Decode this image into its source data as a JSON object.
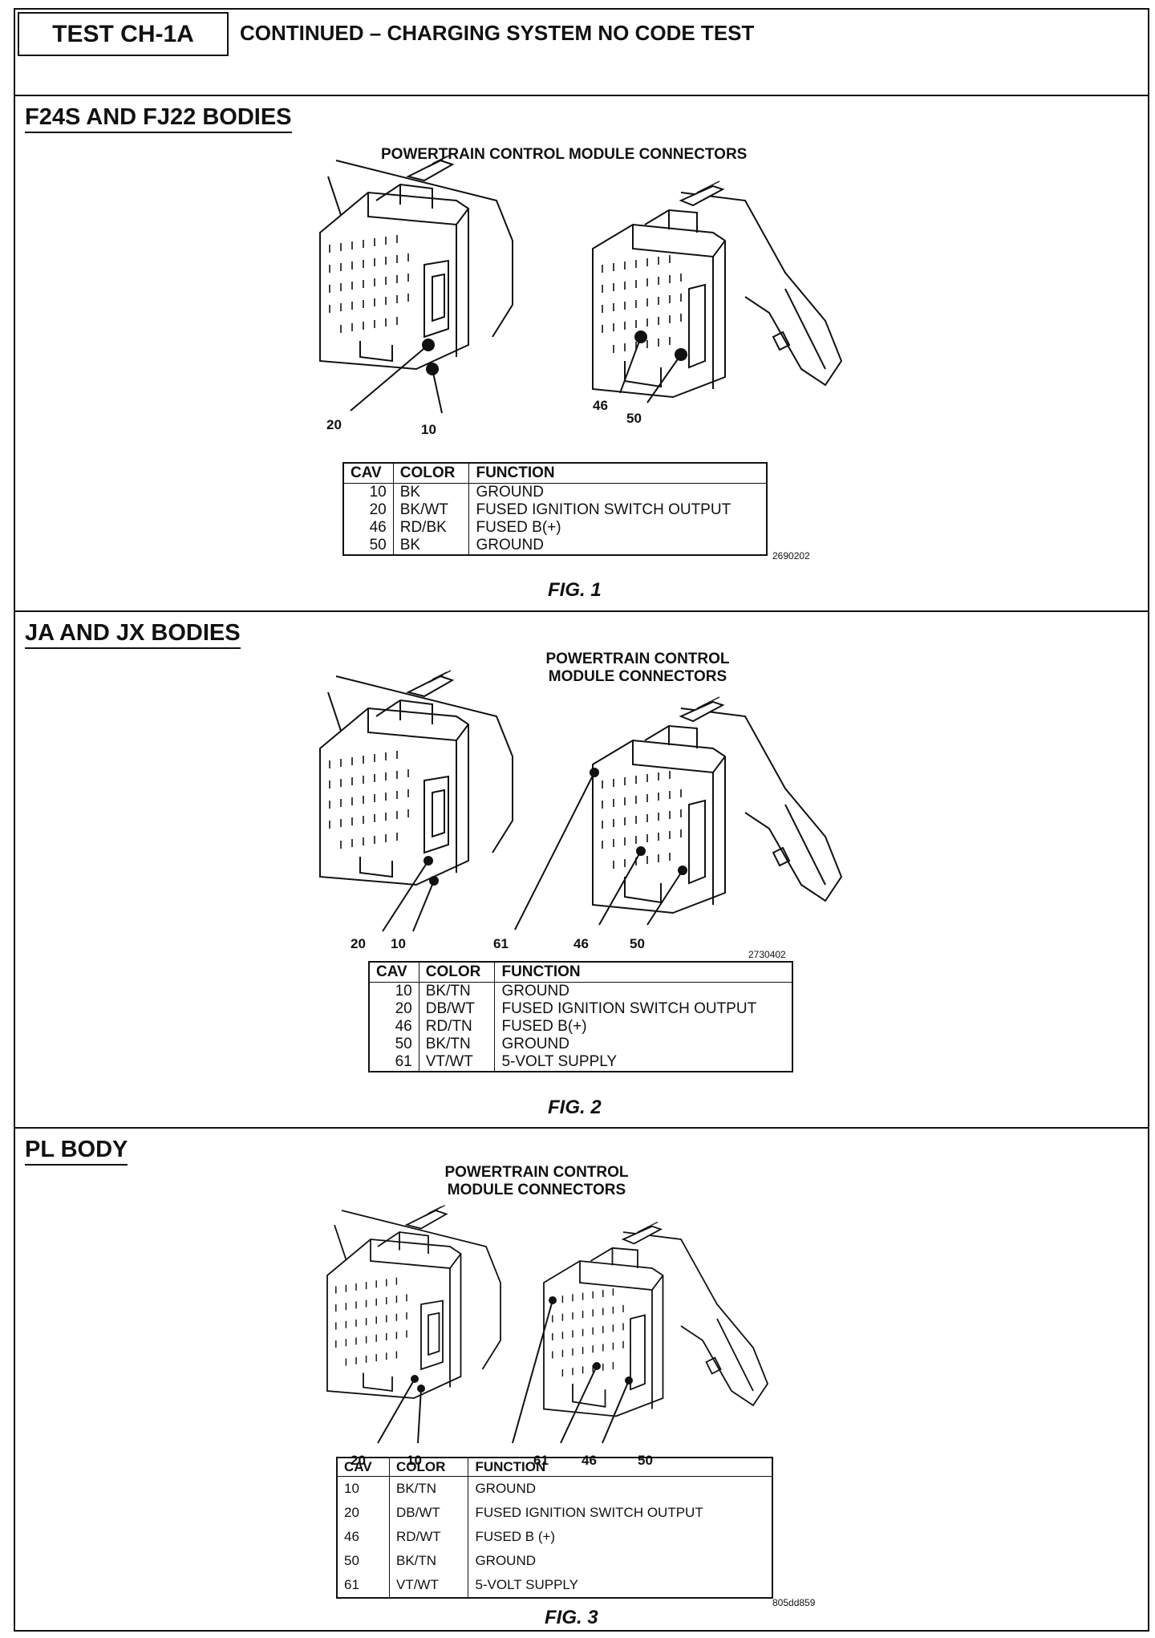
{
  "header": {
    "test_id": "TEST CH-1A",
    "title": "CONTINUED – CHARGING SYSTEM NO CODE TEST"
  },
  "sections": [
    {
      "title": "F24S AND FJ22 BODIES",
      "caption": [
        "POWERTRAIN CONTROL MODULE CONNECTORS"
      ],
      "callouts": [
        "20",
        "10",
        "46",
        "50"
      ],
      "table": {
        "headers": [
          "CAV",
          "COLOR",
          "FUNCTION"
        ],
        "rows": [
          [
            "10",
            "BK",
            "GROUND"
          ],
          [
            "20",
            "BK/WT",
            "FUSED IGNITION SWITCH OUTPUT"
          ],
          [
            "46",
            "RD/BK",
            "FUSED B(+)"
          ],
          [
            "50",
            "BK",
            "GROUND"
          ]
        ]
      },
      "image_code": "2690202",
      "figure": "FIG. 1"
    },
    {
      "title": "JA AND JX BODIES",
      "caption": [
        "POWERTRAIN CONTROL",
        "MODULE CONNECTORS"
      ],
      "callouts": [
        "20",
        "10",
        "61",
        "46",
        "50"
      ],
      "table": {
        "headers": [
          "CAV",
          "COLOR",
          "FUNCTION"
        ],
        "rows": [
          [
            "10",
            "BK/TN",
            "GROUND"
          ],
          [
            "20",
            "DB/WT",
            "FUSED IGNITION SWITCH OUTPUT"
          ],
          [
            "46",
            "RD/TN",
            "FUSED B(+)"
          ],
          [
            "50",
            "BK/TN",
            "GROUND"
          ],
          [
            "61",
            "VT/WT",
            "5-VOLT SUPPLY"
          ]
        ]
      },
      "image_code": "2730402",
      "figure": "FIG. 2"
    },
    {
      "title": "PL BODY",
      "caption": [
        "POWERTRAIN CONTROL",
        "MODULE CONNECTORS"
      ],
      "callouts": [
        "20",
        "10",
        "61",
        "46",
        "50"
      ],
      "table": {
        "headers": [
          "CAV",
          "COLOR",
          "FUNCTION"
        ],
        "rows": [
          [
            "10",
            "BK/TN",
            "GROUND"
          ],
          [
            "20",
            "DB/WT",
            "FUSED IGNITION SWITCH OUTPUT"
          ],
          [
            "46",
            "RD/WT",
            "FUSED B (+)"
          ],
          [
            "50",
            "BK/TN",
            "GROUND"
          ],
          [
            "61",
            "VT/WT",
            "5-VOLT SUPPLY"
          ]
        ]
      },
      "image_code": "805dd859",
      "figure": "FIG. 3"
    }
  ]
}
